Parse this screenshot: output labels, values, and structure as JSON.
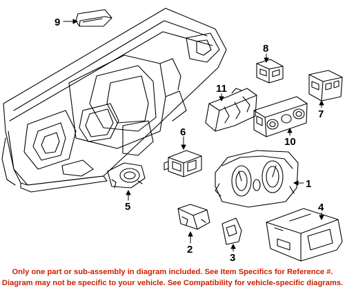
{
  "callouts": [
    {
      "id": "9",
      "label": "9"
    },
    {
      "id": "8",
      "label": "8"
    },
    {
      "id": "7",
      "label": "7"
    },
    {
      "id": "11",
      "label": "11"
    },
    {
      "id": "10",
      "label": "10"
    },
    {
      "id": "6",
      "label": "6"
    },
    {
      "id": "5",
      "label": "5"
    },
    {
      "id": "1",
      "label": "1"
    },
    {
      "id": "4",
      "label": "4"
    },
    {
      "id": "2",
      "label": "2"
    },
    {
      "id": "3",
      "label": "3"
    }
  ],
  "footer": {
    "line1": "Only one part or sub-assembly in diagram included. See Item Specifics for Reference #.",
    "line2": "Diagram may not be specific to your vehicle. See Compatibility for vehicle-specific diagrams."
  },
  "colors": {
    "line": "#000000",
    "footer_text": "#cc1f00",
    "background": "#ffffff"
  }
}
